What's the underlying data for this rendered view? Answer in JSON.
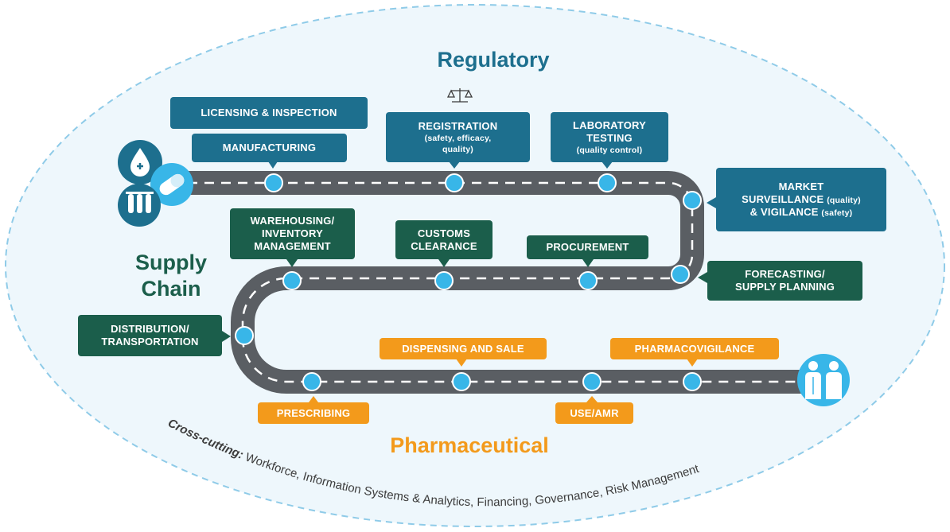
{
  "titles": {
    "regulatory": "Regulatory",
    "supply_chain_line1": "Supply",
    "supply_chain_line2": "Chain",
    "pharmaceutical": "Pharmaceutical"
  },
  "regulatory_labels": {
    "licensing": "LICENSING & INSPECTION",
    "manufacturing": "MANUFACTURING",
    "registration_main": "REGISTRATION",
    "registration_sub1": "(safety, efficacy,",
    "registration_sub2": "quality)",
    "lab_line1": "LABORATORY",
    "lab_line2": "TESTING",
    "lab_sub": "(quality control)",
    "market_line1": "MARKET",
    "market_line2a": "SURVEILLANCE",
    "market_line2b": "(quality)",
    "market_line3a": "& VIGILANCE",
    "market_line3b": "(safety)"
  },
  "supply_labels": {
    "warehousing_line1": "WAREHOUSING/",
    "warehousing_line2": "INVENTORY",
    "warehousing_line3": "MANAGEMENT",
    "customs_line1": "CUSTOMS",
    "customs_line2": "CLEARANCE",
    "procurement": "PROCUREMENT",
    "forecasting_line1": "FORECASTING/",
    "forecasting_line2": "SUPPLY PLANNING",
    "distribution_line1": "DISTRIBUTION/",
    "distribution_line2": "TRANSPORTATION"
  },
  "pharma_labels": {
    "dispensing": "DISPENSING AND SALE",
    "pharmacovigilance": "PHARMACOVIGILANCE",
    "prescribing": "PRESCRIBING",
    "use_amr": "USE/AMR"
  },
  "crosscutting": {
    "lead": "Cross-cutting:",
    "text": " Workforce, Information Systems & Analytics, Financing, Governance, Risk Management"
  },
  "colors": {
    "regulatory": "#1d6f8e",
    "supply_chain": "#1b5e4b",
    "pharmaceutical": "#f39a1b",
    "road": "#5a5e63",
    "dot": "#38b6e8",
    "ellipse_fill": "#eef7fc",
    "ellipse_border": "#8fcbe8"
  },
  "icons": {
    "start": [
      "blood-drop-icon",
      "pill-capsule-icon",
      "test-tubes-icon"
    ],
    "end": "patients-icon",
    "scale": "balance-scale-icon"
  }
}
